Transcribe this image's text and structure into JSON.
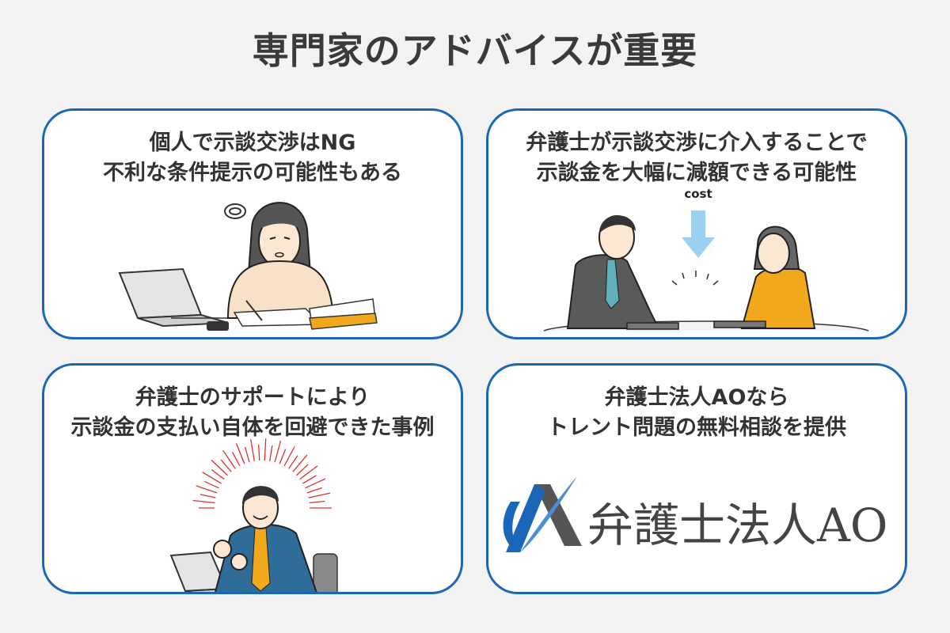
{
  "title": "専門家のアドバイスが重要",
  "cards": [
    {
      "line1": "個人で示談交渉はNG",
      "line2": "不利な条件提示の可能性もある"
    },
    {
      "line1": "弁護士が示談交渉に介入することで",
      "line2": "示談金を大幅に減額できる可能性",
      "cost_label": "cost"
    },
    {
      "line1": "弁護士のサポートにより",
      "line2": "示談金の支払い自体を回避できた事例"
    },
    {
      "line1": "弁護士法人AOなら",
      "line2": "トレント問題の無料相談を提供"
    }
  ],
  "logo": {
    "text": "弁護士法人AO"
  },
  "colors": {
    "border": "#1a66b8",
    "title": "#3a3a3a",
    "orange": "#f2a81c",
    "suit_blue": "#2f6c97",
    "arrow": "#9cd0f0",
    "burst": "#d9342b"
  }
}
